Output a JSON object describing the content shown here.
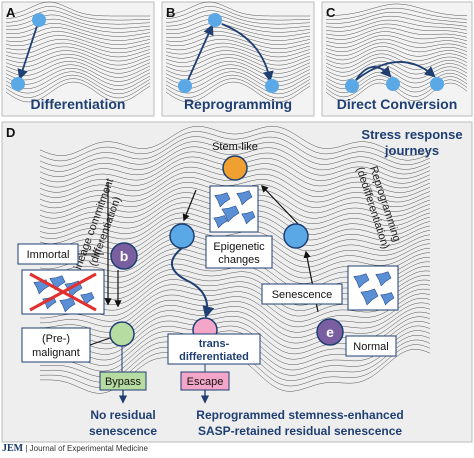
{
  "colors": {
    "navy": "#1f3f73",
    "node_blue": "#5aa9e6",
    "node_orange": "#f0a030",
    "node_green": "#b7dca2",
    "node_pink": "#f4a6c8",
    "node_purple": "#7a5fa0",
    "cell_blue": "#5a8fd6",
    "cross_red": "#e03030"
  },
  "icons": [
    "arrow-icon",
    "cell-cluster-icon",
    "cross-icon"
  ],
  "panels": {
    "a": {
      "letter": "A",
      "label": "Differentiation"
    },
    "b": {
      "letter": "B",
      "label": "Reprogramming"
    },
    "c": {
      "letter": "C",
      "label": "Direct Conversion"
    }
  },
  "panel_d": {
    "letter": "D",
    "title_line1": "Stress response",
    "title_line2": "journeys",
    "stem_like": "Stem-like",
    "lineage_line1": "Lineage commitment",
    "lineage_line2": "(differentiation)",
    "reprog_line1": "Reprogramming",
    "reprog_line2": "(dedifferentiation)",
    "immortal": "Immortal",
    "b_node": "b",
    "e_node": "e",
    "epigenetic_line1": "Epigenetic",
    "epigenetic_line2": "changes",
    "senescence": "Senescence",
    "pre_malignant_line1": "(Pre-)",
    "pre_malignant_line2": "malignant",
    "trans_line1": "trans-",
    "trans_line2": "differentiated",
    "normal": "Normal",
    "bypass": "Bypass",
    "escape": "Escape",
    "no_residual_line1": "No residual",
    "no_residual_line2": "senescence",
    "reprogrammed_line1": "Reprogrammed stemness-enhanced",
    "reprogrammed_line2": "SASP-retained residual senescence"
  },
  "footer": {
    "logo": "JEM",
    "journal": "Journal of Experimental Medicine"
  }
}
